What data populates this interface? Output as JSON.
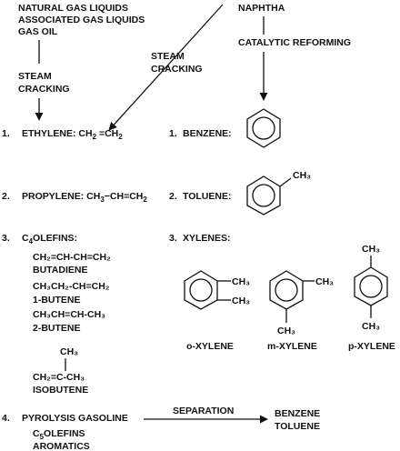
{
  "sources": {
    "line1": "NATURAL GAS LIQUIDS",
    "line2": "ASSOCIATED GAS LIQUIDS",
    "line3": "GAS OIL",
    "naphtha": "NAPHTHA"
  },
  "processes": {
    "steam_cracking_left_1": "STEAM",
    "steam_cracking_left_2": "CRACKING",
    "steam_cracking_mid_1": "STEAM",
    "steam_cracking_mid_2": "CRACKING",
    "catalytic_reforming": "CATALYTIC REFORMING",
    "separation": "SEPARATION"
  },
  "olefins": {
    "ethylene": {
      "num": "1.",
      "label": "ETHYLENE: CH",
      "sub1": "2",
      "mid": " =CH",
      "sub2": "2"
    },
    "propylene": {
      "num": "2.",
      "label": "PROPYLENE: CH",
      "sub1": "3",
      "mid": "−CH=CH",
      "sub2": "2"
    },
    "c4": {
      "num": "3.",
      "label_pre": "C",
      "label_sub": "4",
      "label_post": "OLEFINS:",
      "butadiene_formula": "CH₂=CH-CH=CH₂",
      "butadiene": "BUTADIENE",
      "butene1_formula": "CH₃CH₂-CH=CH₂",
      "butene1": "1-BUTENE",
      "butene2_formula": "CH₃CH=CH-CH₃",
      "butene2": "2-BUTENE",
      "isobutene_ch3": "CH₃",
      "isobutene_formula": "CH₂=C-CH₃",
      "isobutene": "ISOBUTENE"
    },
    "pyrolysis": {
      "num": "4.",
      "label": "PYROLYSIS GASOLINE",
      "c5_pre": "C",
      "c5_sub": "5",
      "c5_post": "OLEFINS",
      "aromatics": "AROMATICS"
    }
  },
  "aromatics": {
    "benzene": {
      "num": "1.",
      "label": "BENZENE:"
    },
    "toluene": {
      "num": "2.",
      "label": "TOLUENE:",
      "methyl": "CH₃"
    },
    "xylenes": {
      "num": "3.",
      "label": "XYLENES:",
      "methyl": "CH₃"
    },
    "o_prefix": "o",
    "o_suffix": "-XYLENE",
    "m_prefix": "m",
    "m_suffix": "-XYLENE",
    "p_prefix": "p",
    "p_suffix": "-XYLENE"
  },
  "separation_products": {
    "benzene": "BENZENE",
    "toluene": "TOLUENE"
  }
}
